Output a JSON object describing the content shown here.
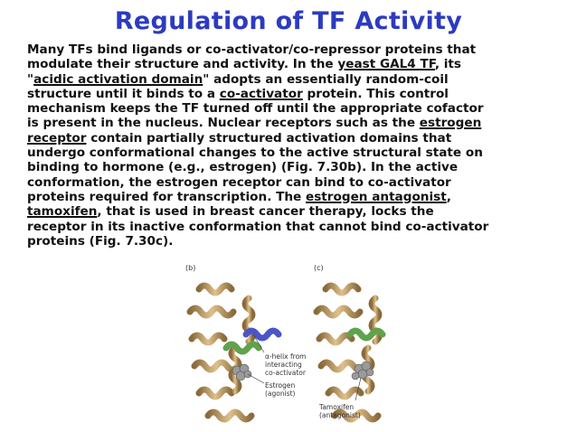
{
  "slide": {
    "title": "Regulation of TF Activity",
    "lines": [
      [
        "Many TFs bind ligands or co-activator/co-repressor proteins that"
      ],
      [
        "modulate their structure and activity. In the ",
        {
          "u": "yeast GAL4 TF"
        },
        ", its"
      ],
      [
        "\"",
        {
          "u": "acidic activation domain"
        },
        "\" adopts an essentially random-coil"
      ],
      [
        "structure until it binds to a ",
        {
          "u": "co-activator"
        },
        " protein. This control"
      ],
      [
        "mechanism keeps the TF turned off until the appropriate cofactor"
      ],
      [
        "is present in the nucleus. Nuclear receptors such as the ",
        {
          "u": "estrogen"
        }
      ],
      [
        {
          "u": "receptor"
        },
        " contain partially structured activation domains that"
      ],
      [
        "undergo conformational changes to the active structural state on"
      ],
      [
        "binding to hormone (e.g., estrogen) (Fig. 7.30b). In the active"
      ],
      [
        "conformation, the estrogen receptor can bind to co-activator"
      ],
      [
        "proteins required for transcription. The ",
        {
          "u": "estrogen antagonist"
        },
        ","
      ],
      [
        {
          "u": "tamoxifen"
        },
        ", that is used in breast cancer therapy, locks the"
      ],
      [
        "receptor in its inactive conformation that cannot bind co-activator"
      ],
      [
        "proteins (Fig. 7.30c)."
      ]
    ]
  },
  "figure": {
    "panel_b_label": "(b)",
    "panel_c_label": "(c)",
    "helix_label_1": "α-helix from",
    "helix_label_2": "interacting",
    "helix_label_3": "co-activator",
    "estrogen_label_1": "Estrogen",
    "estrogen_label_2": "(agonist)",
    "tamoxifen_label_1": "Tamoxifen",
    "tamoxifen_label_2": "(antagonist)"
  },
  "colors": {
    "title": "#2c3bc0",
    "helix_tan": "#c9a46a",
    "helix_dark": "#8a6a3a",
    "coactivator_blue": "#4a55c8",
    "green_helix": "#5fa34c",
    "ligand_gray": "#9a9a9a"
  }
}
